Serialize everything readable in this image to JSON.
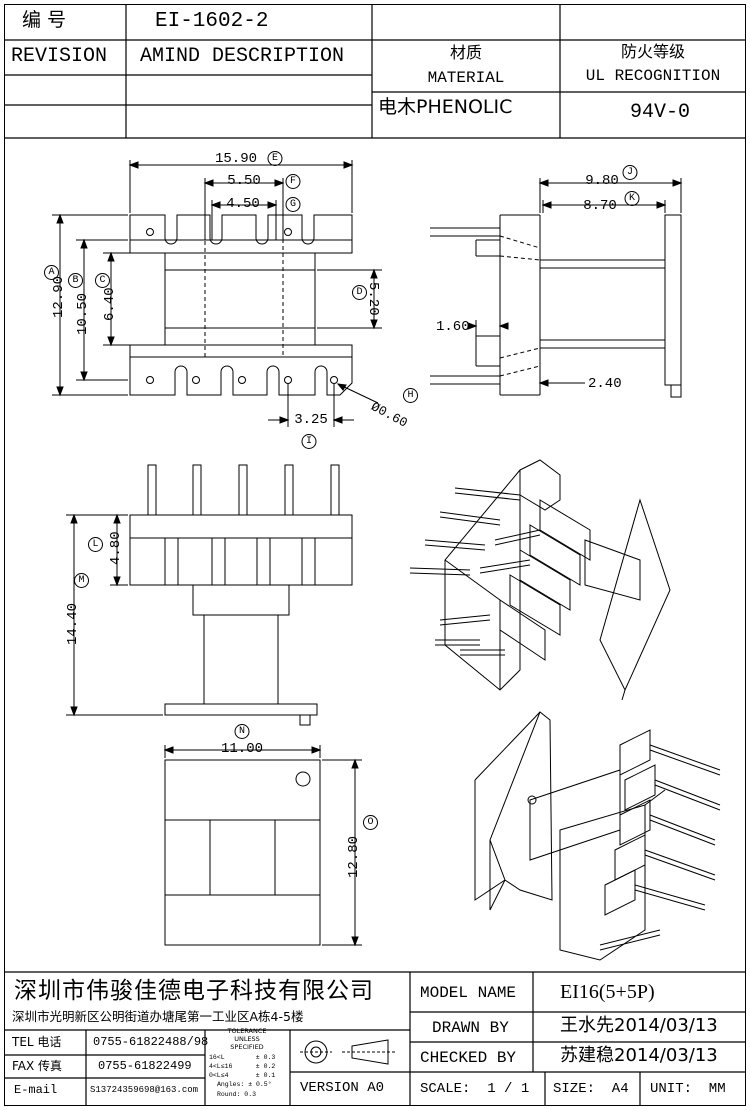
{
  "header": {
    "part_no_label": "编  号",
    "part_no": "EI-1602-2",
    "revision_label": "REVISION",
    "amind_label": "AMIND DESCRIPTION",
    "material_cn": "材质",
    "material_en": "MATERIAL",
    "material_value": "电木PHENOLIC",
    "ul_cn": "防火等级",
    "ul_en": "UL RECOGNITION",
    "ul_value": "94V-0"
  },
  "dimensions": {
    "A": {
      "letter": "A",
      "value": "12.90"
    },
    "B": {
      "letter": "B",
      "value": "10.50"
    },
    "C": {
      "letter": "C",
      "value": "6.40"
    },
    "D": {
      "letter": "D",
      "value": "5.20"
    },
    "E": {
      "letter": "E",
      "value": "15.90"
    },
    "F": {
      "letter": "F",
      "value": "5.50"
    },
    "G": {
      "letter": "G",
      "value": "4.50"
    },
    "H": {
      "letter": "H",
      "value": "Ø0.60"
    },
    "I": {
      "letter": "I",
      "value": "3.25"
    },
    "J": {
      "letter": "J",
      "value": "9.80"
    },
    "K": {
      "letter": "K",
      "value": "8.70"
    },
    "side_a": {
      "value": "1.60"
    },
    "side_b": {
      "value": "2.40"
    },
    "L": {
      "letter": "L",
      "value": "4.80"
    },
    "M": {
      "letter": "M",
      "value": "14.40"
    },
    "N": {
      "letter": "N",
      "value": "11.00"
    },
    "O": {
      "letter": "O",
      "value": "12.80"
    }
  },
  "title_block": {
    "company": "深圳市伟骏佳德电子科技有限公司",
    "address": "深圳市光明新区公明街道办塘尾第一工业区A栋4-5楼",
    "tel_label": "TEL 电话",
    "tel": "0755-61822488/98",
    "fax_label": "FAX 传真",
    "fax": "0755-61822499",
    "email_label": "E-mail",
    "email": "S13724359698@163.com",
    "tolerance": {
      "title1": "TOLERANCE",
      "title2": "UNLESS",
      "title3": "SPECIFIED",
      "row1": "16<L        ± 0.3",
      "row2": "4<L≤16      ± 0.2",
      "row3": "0<L≤4       ± 0.1",
      "row4": "Angles: ± 0.5°",
      "row5": "Round: 0.3"
    },
    "version": "VERSION A0",
    "model_label": "MODEL NAME",
    "model": "EI16(5+5P)",
    "drawn_label": "DRAWN BY",
    "drawn": "王水先2014/03/13",
    "checked_label": "CHECKED BY",
    "checked": "苏建稳2014/03/13",
    "scale": "SCALE:  1 / 1",
    "size": "SIZE:  A4",
    "unit": "UNIT:  MM"
  }
}
